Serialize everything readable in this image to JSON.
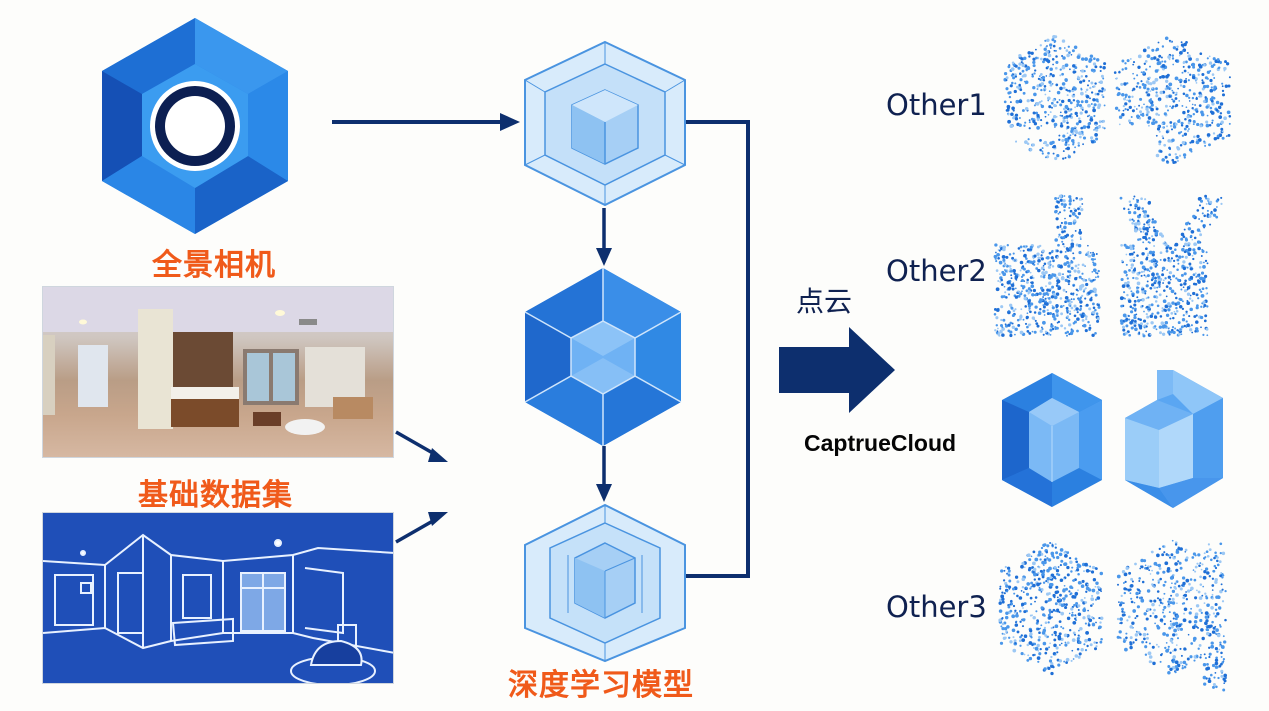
{
  "diagram": {
    "camera": {
      "label": "全景相机",
      "icon": "panoramic-camera-icon"
    },
    "dataset": {
      "label": "基础数据集",
      "images": [
        "panorama-photo",
        "panorama-wireframe"
      ]
    },
    "model": {
      "label": "深度学习模型",
      "stages": 3
    },
    "output": {
      "arrow_label": "点云",
      "caption": "CaptrueCloud"
    },
    "results": [
      {
        "label": "Other1",
        "kind": "point-cloud"
      },
      {
        "label": "Other2",
        "kind": "point-cloud"
      },
      {
        "label": "CaptrueCloud",
        "kind": "solid-model"
      },
      {
        "label": "Other3",
        "kind": "point-cloud"
      }
    ]
  },
  "colors": {
    "accent_orange": "#f05a1a",
    "navy": "#0d2f6e",
    "blue": "#2f7fe0",
    "light_blue": "#bfdcf7"
  }
}
